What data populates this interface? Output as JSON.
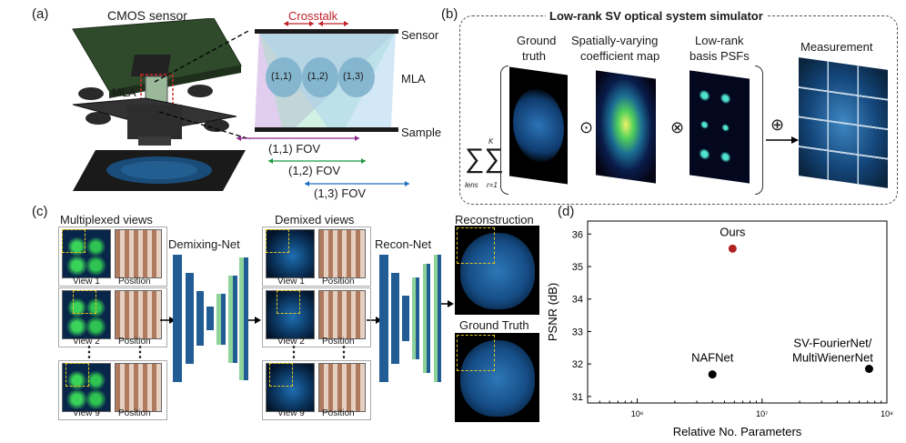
{
  "panel_a": {
    "letter": "(a)",
    "cmos_label": "CMOS sensor",
    "crosstalk_label": "Crosstalk",
    "mla_label": "MLA",
    "sensor_label": "Sensor",
    "mla_right_label": "MLA",
    "sample_label": "Sample",
    "lens_labels": [
      "(1,1)",
      "(1,2)",
      "(1,3)"
    ],
    "fov_labels": [
      "(1,1) FOV",
      "(1,2) FOV",
      "(1,3) FOV"
    ],
    "colors": {
      "crosstalk": "#c0202a",
      "fov1": "#8c2a8c",
      "fov2": "#1f9a45",
      "fov3": "#1f6fc1"
    }
  },
  "panel_b": {
    "letter": "(b)",
    "title": "Low-rank SV optical system simulator",
    "ground_truth": [
      "Ground",
      "truth"
    ],
    "coeff_map": [
      "Spatially-varying",
      "coefficient map"
    ],
    "basis_psfs": [
      "Low-rank",
      "basis PSFs"
    ],
    "measurement": "Measurement",
    "sum_upper": "K",
    "sum_lower_left": "lens",
    "sum_lower_right": "r=1",
    "odot": "⊙",
    "otimes": "⊗",
    "oplus": "⊕"
  },
  "panel_c": {
    "letter": "(c)",
    "multiplexed_title": "Multiplexed views",
    "demixed_title": "Demixed views",
    "demixing_net": "Demixing-Net",
    "recon_net": "Recon-Net",
    "reconstruction": "Reconstruction",
    "ground_truth": "Ground Truth",
    "view_labels": [
      "View 1",
      "View 2",
      "View 9"
    ],
    "position_label": "Position",
    "ellipsis": "⋮"
  },
  "panel_d": {
    "letter": "(d)"
  },
  "chart_data": {
    "type": "scatter",
    "xlabel": "Relative No. Parameters",
    "ylabel": "PSNR (dB)",
    "x_scale": "log",
    "xlim": [
      400000,
      100000000
    ],
    "ylim": [
      30.8,
      36.4
    ],
    "x_ticks": [
      {
        "value": 1000000,
        "label": "10⁶"
      },
      {
        "value": 10000000,
        "label": "10⁷"
      },
      {
        "value": 100000000,
        "label": "10⁸"
      }
    ],
    "y_ticks": [
      31,
      32,
      33,
      34,
      35,
      36
    ],
    "points": [
      {
        "name": "Ours",
        "x": 5800000,
        "y": 35.55,
        "color": "#b22222"
      },
      {
        "name": "NAFNet",
        "x": 4000000,
        "y": 31.68,
        "color": "#000000"
      },
      {
        "name": "SV-FourierNet/\nMultiWienerNet",
        "x": 72000000,
        "y": 31.85,
        "color": "#000000"
      }
    ],
    "point_labels": [
      {
        "lines": [
          "Ours"
        ]
      },
      {
        "lines": [
          "NAFNet"
        ]
      },
      {
        "lines": [
          "SV-FourierNet/",
          "MultiWienerNet"
        ]
      }
    ]
  }
}
